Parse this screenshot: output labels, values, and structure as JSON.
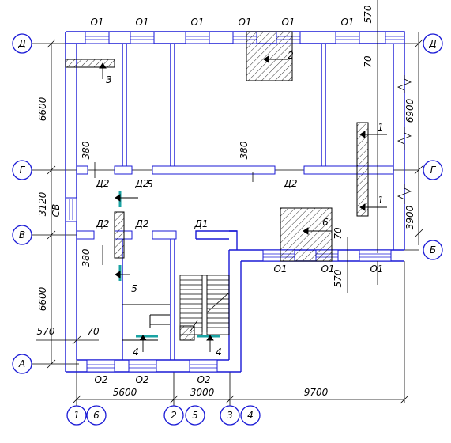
{
  "axes": {
    "letters": {
      "d": "Д",
      "g": "Г",
      "v": "В",
      "b": "Б",
      "a": "А"
    },
    "numbers": [
      "1",
      "6",
      "2",
      "5",
      "3",
      "4"
    ]
  },
  "labels": {
    "window": "О1",
    "window2": "О2",
    "door1": "Д1",
    "door2": "Д2",
    "vent": "СВ"
  },
  "sections": {
    "s1": "1",
    "s2": "2",
    "s3": "3",
    "s4": "4",
    "s5": "5",
    "s6": "6"
  },
  "dimensions": {
    "left_top": "6600",
    "left_mid": "3120",
    "left_bot": "6600",
    "left_570": "570",
    "left_70": "70",
    "right_top_570": "570",
    "right_top_70": "70",
    "right_6900": "6900",
    "right_3900": "3900",
    "mid_70": "70",
    "mid_570": "570",
    "bottom_5600": "5600",
    "bottom_3000": "3000",
    "bottom_9700": "9700",
    "wall_380_a": "380",
    "wall_380_b": "380",
    "wall_380_c": "380"
  }
}
